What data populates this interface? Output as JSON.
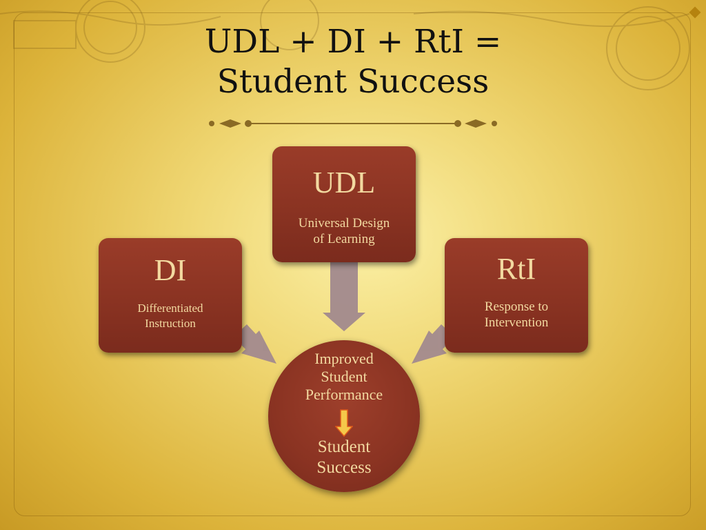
{
  "slide": {
    "title_line1": "UDL +  DI  +   RtI =",
    "title_line2": "Student Success"
  },
  "diagram": {
    "boxes": [
      {
        "id": "udl",
        "title": "UDL",
        "subtitle_line1": "Universal Design",
        "subtitle_line2": "of Learning"
      },
      {
        "id": "di",
        "title": "DI",
        "subtitle_line1": "Differentiated",
        "subtitle_line2": "Instruction"
      },
      {
        "id": "rti",
        "title": "RtI",
        "subtitle_line1": "Response to",
        "subtitle_line2": "Intervention"
      }
    ],
    "center": {
      "line1": "Improved",
      "line2": "Student",
      "line3": "Performance",
      "bottom_line1": "Student",
      "bottom_line2": "Success"
    },
    "icons": [
      "down-arrow-icon",
      "divider-ornament-icon"
    ]
  },
  "colors": {
    "box_fill": "#8a3322",
    "box_text": "#f2d9a0",
    "connector_arrow": "#a28a8e",
    "inner_arrow": "#f5c84a",
    "background": "#efd672"
  }
}
